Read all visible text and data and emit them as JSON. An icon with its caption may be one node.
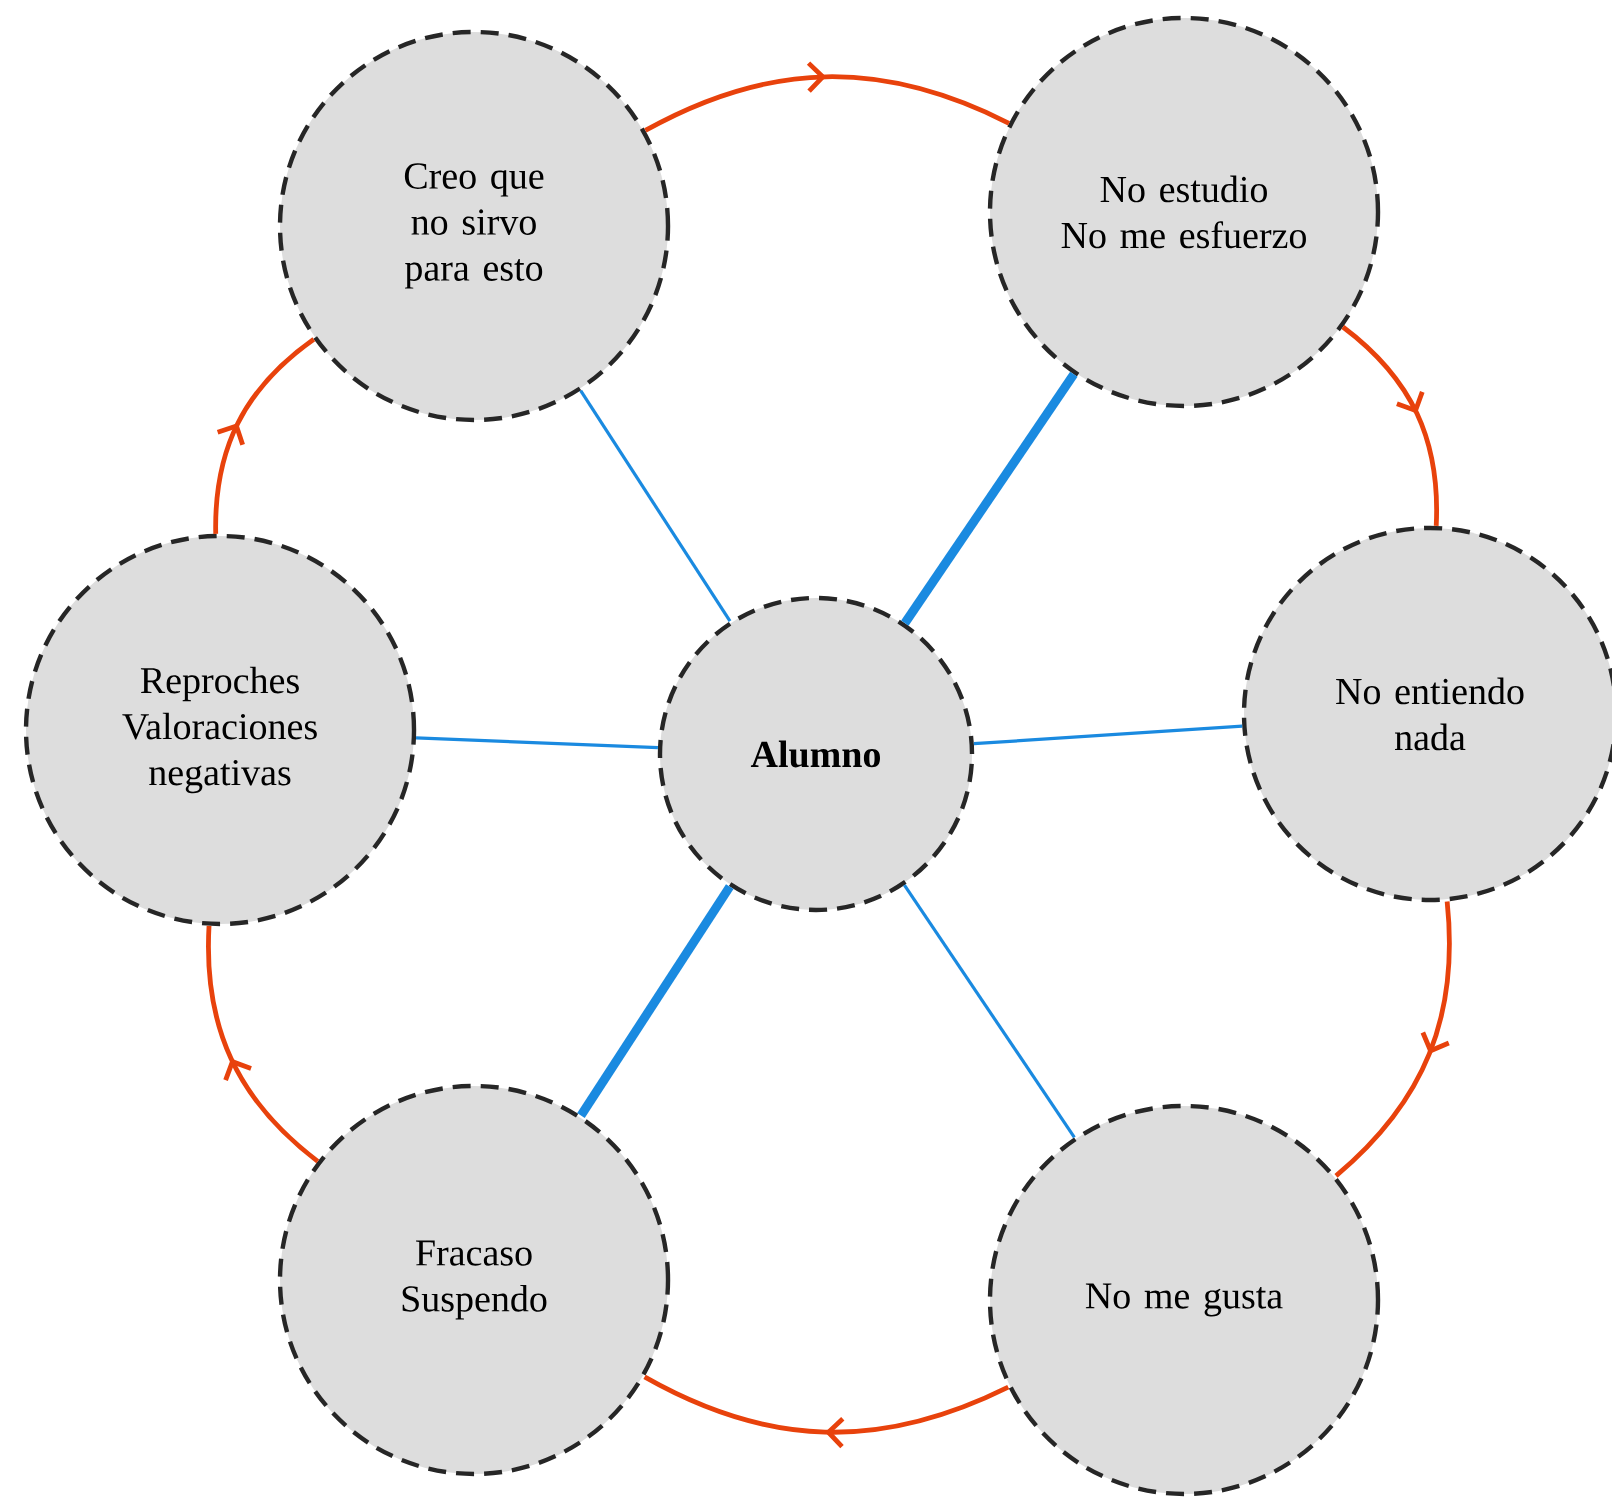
{
  "diagram": {
    "nodes": [
      {
        "text": [
          "Alumno"
        ]
      },
      {
        "text": [
          "Creo que no sirvo para esto"
        ]
      },
      {
        "text": [
          "No estudio",
          "No me esfuerzo"
        ]
      },
      {
        "text": [
          "No entiendo nada"
        ]
      },
      {
        "text": [
          "No me gusta"
        ]
      },
      {
        "text": [
          "Fracaso",
          "Suspendo"
        ]
      },
      {
        "text": [
          "Reproches",
          "Valoraciones negativas"
        ]
      }
    ],
    "edges": [
      {
        "from": 0,
        "to": 1,
        "arrow": "none",
        "color": "#1a8ae0"
      },
      {
        "from": 0,
        "to": 2,
        "arrow": "none",
        "style": "thick",
        "color": "#1a8ae0"
      },
      {
        "from": 0,
        "to": 3,
        "arrow": "none",
        "color": "#1a8ae0"
      },
      {
        "from": 0,
        "to": 4,
        "arrow": "none",
        "color": "#1a8ae0"
      },
      {
        "from": 0,
        "to": 5,
        "arrow": "none",
        "style": "thick",
        "color": "#1a8ae0"
      },
      {
        "from": 0,
        "to": 6,
        "arrow": "none",
        "color": "#1a8ae0"
      },
      {
        "from": 1,
        "to": 2,
        "arrow": "to",
        "color": "#e8420c"
      },
      {
        "from": 2,
        "to": 3,
        "arrow": "to",
        "color": "#e8420c"
      },
      {
        "from": 3,
        "to": 4,
        "arrow": "to",
        "color": "#e8420c"
      },
      {
        "from": 4,
        "to": 5,
        "arrow": "to",
        "color": "#e8420c"
      },
      {
        "from": 5,
        "to": 6,
        "arrow": "to",
        "color": "#e8420c"
      },
      {
        "from": 6,
        "to": 1,
        "arrow": "to",
        "color": "#e8420c"
      }
    ]
  }
}
